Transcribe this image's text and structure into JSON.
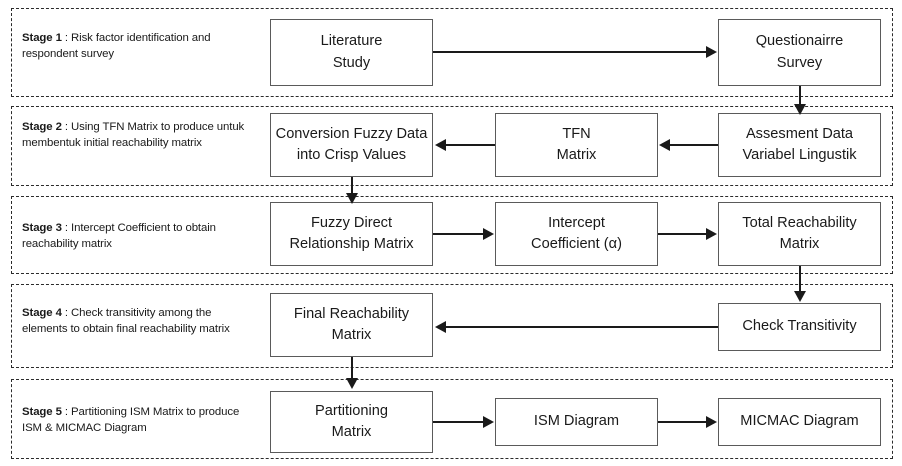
{
  "diagram": {
    "title": "ISM Fuzzy Research Methodology Stages Flowchart",
    "stages": [
      {
        "id": "stage-1",
        "name": "Stage 1",
        "separator": " : ",
        "description": "Risk factor identification and respondent survey",
        "nodes": [
          {
            "id": "literature-study",
            "lines": [
              "Literature",
              "Study"
            ]
          },
          {
            "id": "questionairre-survey",
            "lines": [
              "Questionairre",
              "Survey"
            ]
          }
        ]
      },
      {
        "id": "stage-2",
        "name": "Stage 2",
        "separator": " : ",
        "description": "Using TFN Matrix to produce untuk membentuk initial reachability matrix",
        "nodes": [
          {
            "id": "conversion-fuzzy-data",
            "lines": [
              "Conversion Fuzzy Data",
              "into Crisp Values"
            ]
          },
          {
            "id": "tfn-matrix",
            "lines": [
              "TFN",
              "Matrix"
            ]
          },
          {
            "id": "assesment-data",
            "lines": [
              "Assesment Data",
              "Variabel Lingustik"
            ]
          }
        ]
      },
      {
        "id": "stage-3",
        "name": "Stage 3",
        "separator": " : ",
        "description": "Intercept Coefficient to obtain reachability matrix",
        "nodes": [
          {
            "id": "fuzzy-direct-relationship-matrix",
            "lines": [
              "Fuzzy Direct",
              "Relationship Matrix"
            ]
          },
          {
            "id": "intercept-coefficient",
            "lines": [
              "Intercept",
              "Coefficient (α)"
            ]
          },
          {
            "id": "total-reachability-matrix",
            "lines": [
              "Total Reachability",
              "Matrix"
            ]
          }
        ]
      },
      {
        "id": "stage-4",
        "name": "Stage 4",
        "separator": " : ",
        "description": "Check transitivity among the elements to obtain final reachability matrix",
        "nodes": [
          {
            "id": "final-reachability-matrix",
            "lines": [
              "Final Reachability",
              "Matrix"
            ]
          },
          {
            "id": "check-transitivity",
            "lines": [
              "Check Transitivity"
            ]
          }
        ]
      },
      {
        "id": "stage-5",
        "name": "Stage 5",
        "separator": " : ",
        "description": "Partitioning ISM Matrix to produce ISM & MICMAC Diagram",
        "nodes": [
          {
            "id": "partitioning-matrix",
            "lines": [
              "Partitioning",
              "Matrix"
            ]
          },
          {
            "id": "ism-diagram",
            "lines": [
              "ISM Diagram"
            ]
          },
          {
            "id": "micmac-diagram",
            "lines": [
              "MICMAC Diagram"
            ]
          }
        ]
      }
    ],
    "colors": {
      "node_border": "#5a5a5a",
      "container_border": "#2b2b2b",
      "connector": "#1a1a1a",
      "text": "#1a1a1a",
      "background": "#ffffff"
    },
    "flow_edges": [
      {
        "from": "literature-study",
        "to": "questionairre-survey",
        "direction": "right"
      },
      {
        "from": "questionairre-survey",
        "to": "assesment-data",
        "direction": "down"
      },
      {
        "from": "assesment-data",
        "to": "tfn-matrix",
        "direction": "left"
      },
      {
        "from": "tfn-matrix",
        "to": "conversion-fuzzy-data",
        "direction": "left"
      },
      {
        "from": "conversion-fuzzy-data",
        "to": "fuzzy-direct-relationship-matrix",
        "direction": "down"
      },
      {
        "from": "fuzzy-direct-relationship-matrix",
        "to": "intercept-coefficient",
        "direction": "right"
      },
      {
        "from": "intercept-coefficient",
        "to": "total-reachability-matrix",
        "direction": "right"
      },
      {
        "from": "total-reachability-matrix",
        "to": "check-transitivity",
        "direction": "down"
      },
      {
        "from": "check-transitivity",
        "to": "final-reachability-matrix",
        "direction": "left"
      },
      {
        "from": "final-reachability-matrix",
        "to": "partitioning-matrix",
        "direction": "down"
      },
      {
        "from": "partitioning-matrix",
        "to": "ism-diagram",
        "direction": "right"
      },
      {
        "from": "ism-diagram",
        "to": "micmac-diagram",
        "direction": "right"
      }
    ]
  }
}
